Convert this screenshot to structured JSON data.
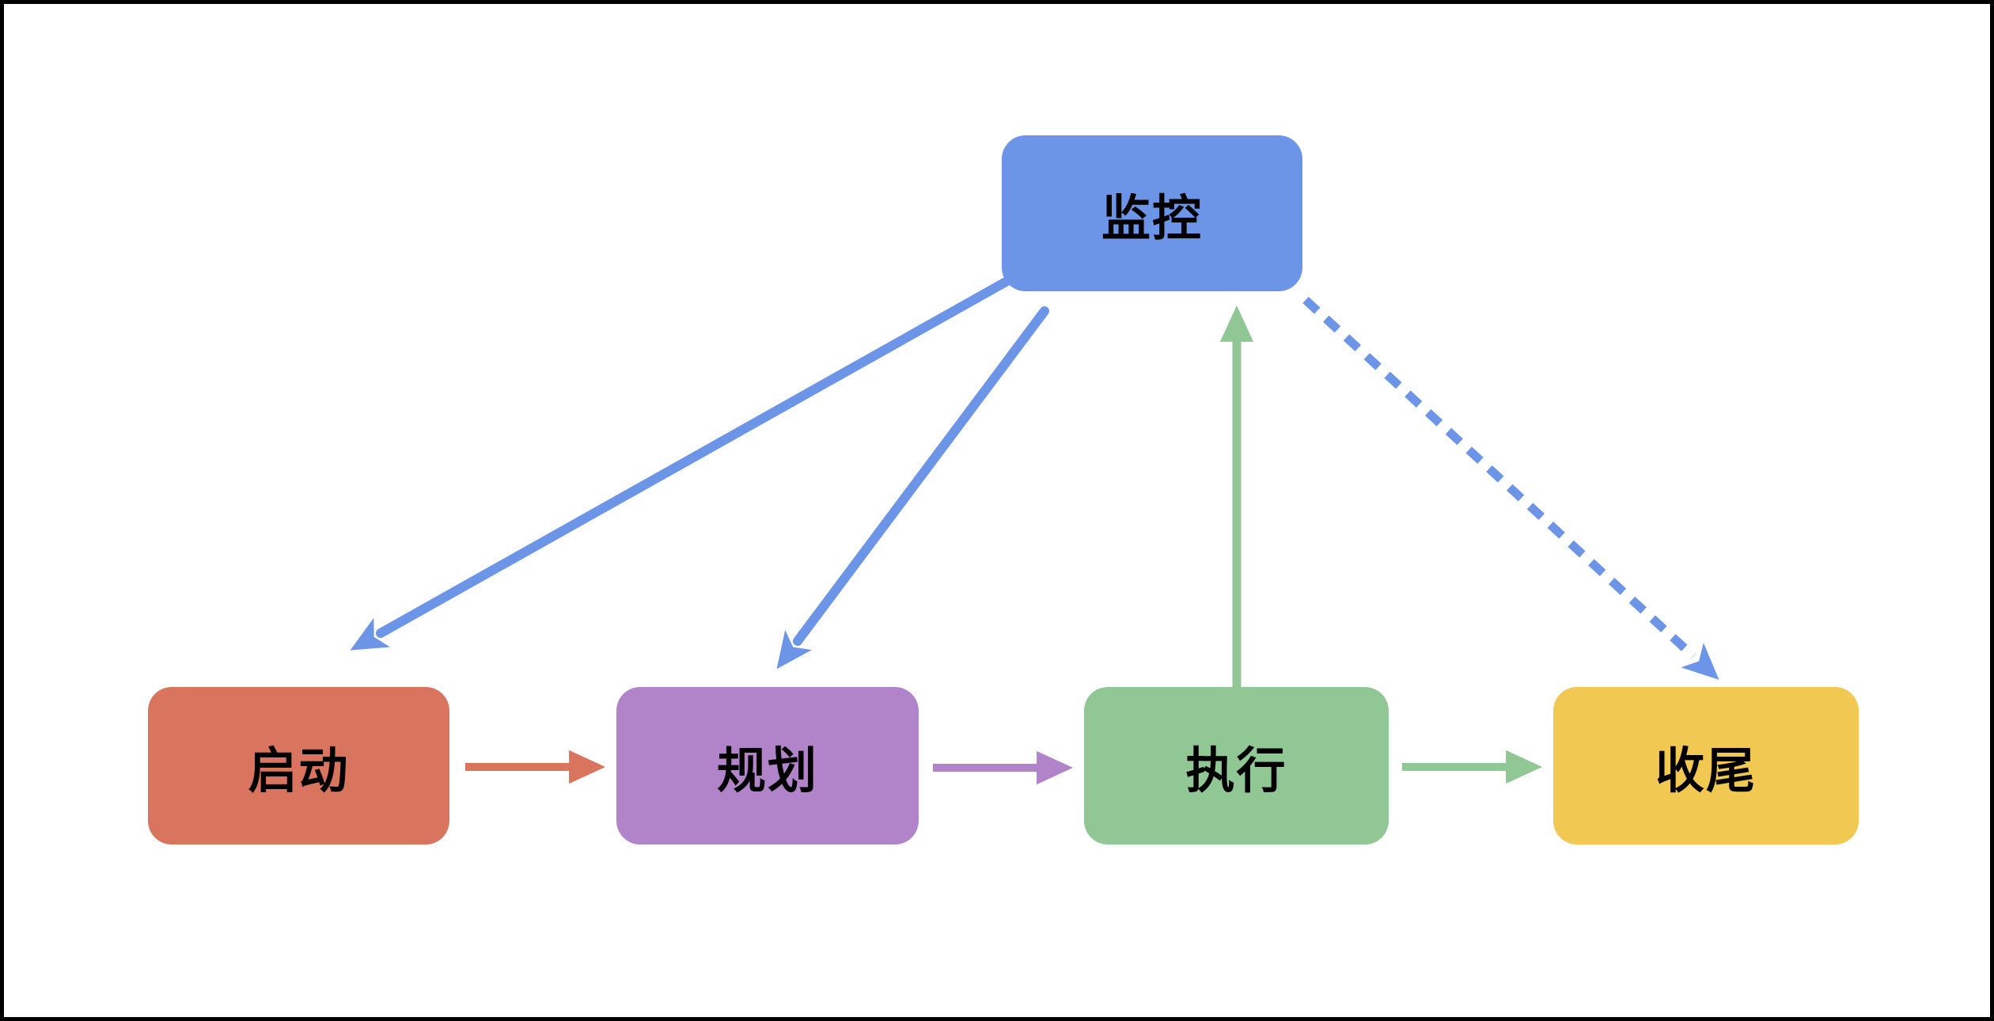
{
  "canvas": {
    "background_color": "#ffffff",
    "border_color": "#000000"
  },
  "nodes": [
    {
      "id": "monitor",
      "label": "监控",
      "fill": "#6C95E8"
    },
    {
      "id": "initiate",
      "label": "启动",
      "fill": "#D9745F"
    },
    {
      "id": "plan",
      "label": "规划",
      "fill": "#B184C9"
    },
    {
      "id": "execute",
      "label": "执行",
      "fill": "#90C795"
    },
    {
      "id": "close",
      "label": "收尾",
      "fill": "#F0C852"
    }
  ],
  "edges": [
    {
      "from": "initiate",
      "to": "plan",
      "style": "solid",
      "color": "#D9745F"
    },
    {
      "from": "plan",
      "to": "execute",
      "style": "solid",
      "color": "#B184C9"
    },
    {
      "from": "execute",
      "to": "close",
      "style": "solid",
      "color": "#90C795"
    },
    {
      "from": "execute",
      "to": "monitor",
      "style": "solid",
      "color": "#90C795"
    },
    {
      "from": "monitor",
      "to": "initiate",
      "style": "solid",
      "color": "#6C95E8"
    },
    {
      "from": "monitor",
      "to": "plan",
      "style": "solid",
      "color": "#6C95E8"
    },
    {
      "from": "monitor",
      "to": "close",
      "style": "dashed",
      "color": "#6C95E8"
    }
  ]
}
